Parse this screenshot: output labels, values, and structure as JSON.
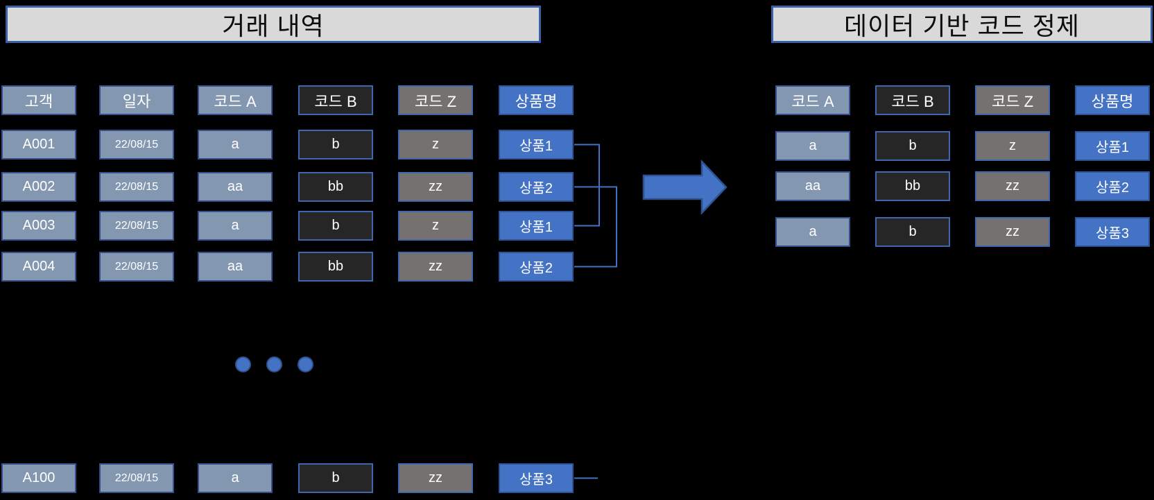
{
  "colors": {
    "background": "#000000",
    "accent_blue": "#4472c4",
    "blue_gray_cell": "#8497b0",
    "dark_cell": "#262626",
    "gray_cell": "#767171",
    "title_fill": "#d9d9d9",
    "connector_blue": "#4472c4",
    "arrow_fill": "#4472c4",
    "arrow_border": "#2f528f"
  },
  "left_table": {
    "title": "거래 내역",
    "headers": [
      {
        "label": "고객",
        "style": "bluegray"
      },
      {
        "label": "일자",
        "style": "bluegray"
      },
      {
        "label": "코드 A",
        "style": "bluegray"
      },
      {
        "label": "코드 B",
        "style": "dark"
      },
      {
        "label": "코드 Z",
        "style": "gray"
      },
      {
        "label": "상품명",
        "style": "blue"
      }
    ],
    "rows": [
      [
        "A001",
        "22/08/15",
        "a",
        "b",
        "z",
        "상품1"
      ],
      [
        "A002",
        "22/08/15",
        "aa",
        "bb",
        "zz",
        "상품2"
      ],
      [
        "A003",
        "22/08/15",
        "a",
        "b",
        "z",
        "상품1"
      ],
      [
        "A004",
        "22/08/15",
        "aa",
        "bb",
        "zz",
        "상품2"
      ]
    ],
    "ellipsis_dot_count": 3,
    "last_row": [
      "A100",
      "22/08/15",
      "a",
      "b",
      "zz",
      "상품3"
    ]
  },
  "right_table": {
    "title": "데이터 기반 코드 정제",
    "headers": [
      {
        "label": "코드 A",
        "style": "bluegray"
      },
      {
        "label": "코드 B",
        "style": "dark"
      },
      {
        "label": "코드 Z",
        "style": "gray"
      },
      {
        "label": "상품명",
        "style": "blue"
      }
    ],
    "rows": [
      [
        "a",
        "b",
        "z",
        "상품1"
      ],
      [
        "aa",
        "bb",
        "zz",
        "상품2"
      ],
      [
        "a",
        "b",
        "zz",
        "상품3"
      ]
    ]
  },
  "connectors": [
    {
      "id": "product1-duplicate-link",
      "from_row": 0,
      "to_row": 2
    },
    {
      "id": "product2-duplicate-link",
      "from_row": 1,
      "to_row": 3
    },
    {
      "id": "product3-last-row-stub",
      "from_row": "last",
      "to_row": null
    }
  ]
}
